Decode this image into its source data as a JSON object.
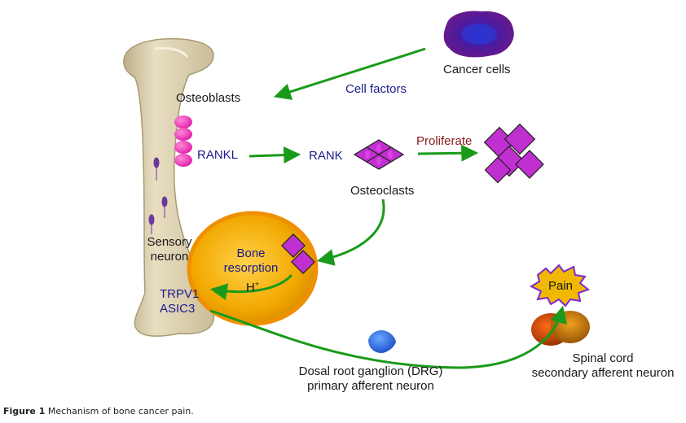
{
  "figure": {
    "caption_label": "Figure 1",
    "caption_text": "Mechanism of bone cancer pain."
  },
  "labels": {
    "cancer_cells": "Cancer cells",
    "cell_factors": "Cell factors",
    "osteoblasts": "Osteoblasts",
    "rankl": "RANKL",
    "rank": "RANK",
    "osteoclasts": "Osteoclasts",
    "proliferate": "Proliferate",
    "sensory_neuron_1": "Sensory",
    "sensory_neuron_2": "neuron",
    "bone_resorption_1": "Bone",
    "bone_resorption_2": "resorption",
    "h_plus": "H",
    "h_plus_sup": "+",
    "trpv1": "TRPV1",
    "asic3": "ASIC3",
    "pain": "Pain",
    "drg_1": "Dosal root ganglion (DRG)",
    "drg_2": "primary afferent neuron",
    "spinal_1": "Spinal cord",
    "spinal_2": "secondary afferent neuron"
  },
  "colors": {
    "arrow": "#1a9a1a",
    "bone": "#d9ccaa",
    "osteoblast": "#e83ab8",
    "osteoclast": "#b020c0",
    "resorption": "#f5a800",
    "pain_star": "#f0b800",
    "pain_outline": "#7a2ad0",
    "drg": "#2a6ae0"
  }
}
